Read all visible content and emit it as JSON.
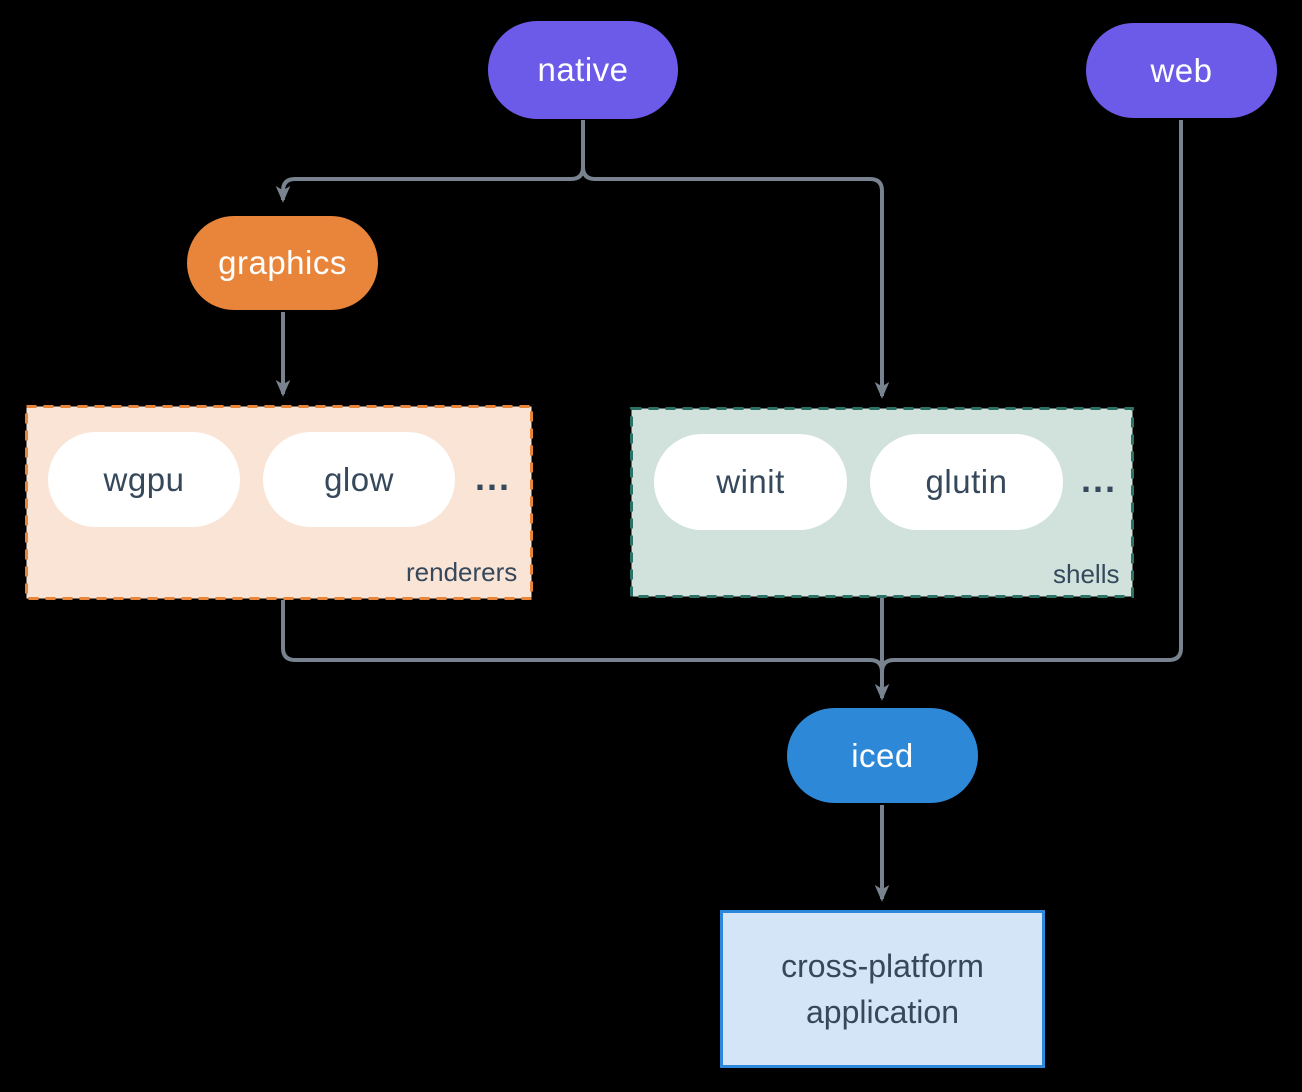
{
  "diagram": {
    "nodes": {
      "native": {
        "label": "native",
        "fill": "#6C5BE8"
      },
      "web": {
        "label": "web",
        "fill": "#6C5BE8"
      },
      "graphics": {
        "label": "graphics",
        "fill": "#E8853B"
      },
      "iced": {
        "label": "iced",
        "fill": "#2E88D8"
      },
      "app": {
        "label": "cross-platform application",
        "fill": "#D3E5F6",
        "border": "#2D87DA"
      }
    },
    "groups": {
      "renderers": {
        "label": "renderers",
        "fill": "#F9E4D6",
        "border": "#E8853B",
        "items": {
          "0": {
            "label": "wgpu"
          },
          "1": {
            "label": "glow"
          }
        },
        "ellipsis": "..."
      },
      "shells": {
        "label": "shells",
        "fill": "#D1E2DC",
        "border": "#2A7265",
        "items": {
          "0": {
            "label": "winit"
          },
          "1": {
            "label": "glutin"
          }
        },
        "ellipsis": "..."
      }
    },
    "edges": [
      {
        "from": "native",
        "to": "graphics"
      },
      {
        "from": "native",
        "to": "shells"
      },
      {
        "from": "graphics",
        "to": "renderers"
      },
      {
        "from": "renderers",
        "to": "iced"
      },
      {
        "from": "shells",
        "to": "iced"
      },
      {
        "from": "web",
        "to": "iced"
      },
      {
        "from": "iced",
        "to": "cross-platform application"
      }
    ],
    "colors": {
      "background": "#000000",
      "connector": "#78838F",
      "dark_text": "#35485C",
      "pill_text": "#FFFFFF"
    }
  }
}
